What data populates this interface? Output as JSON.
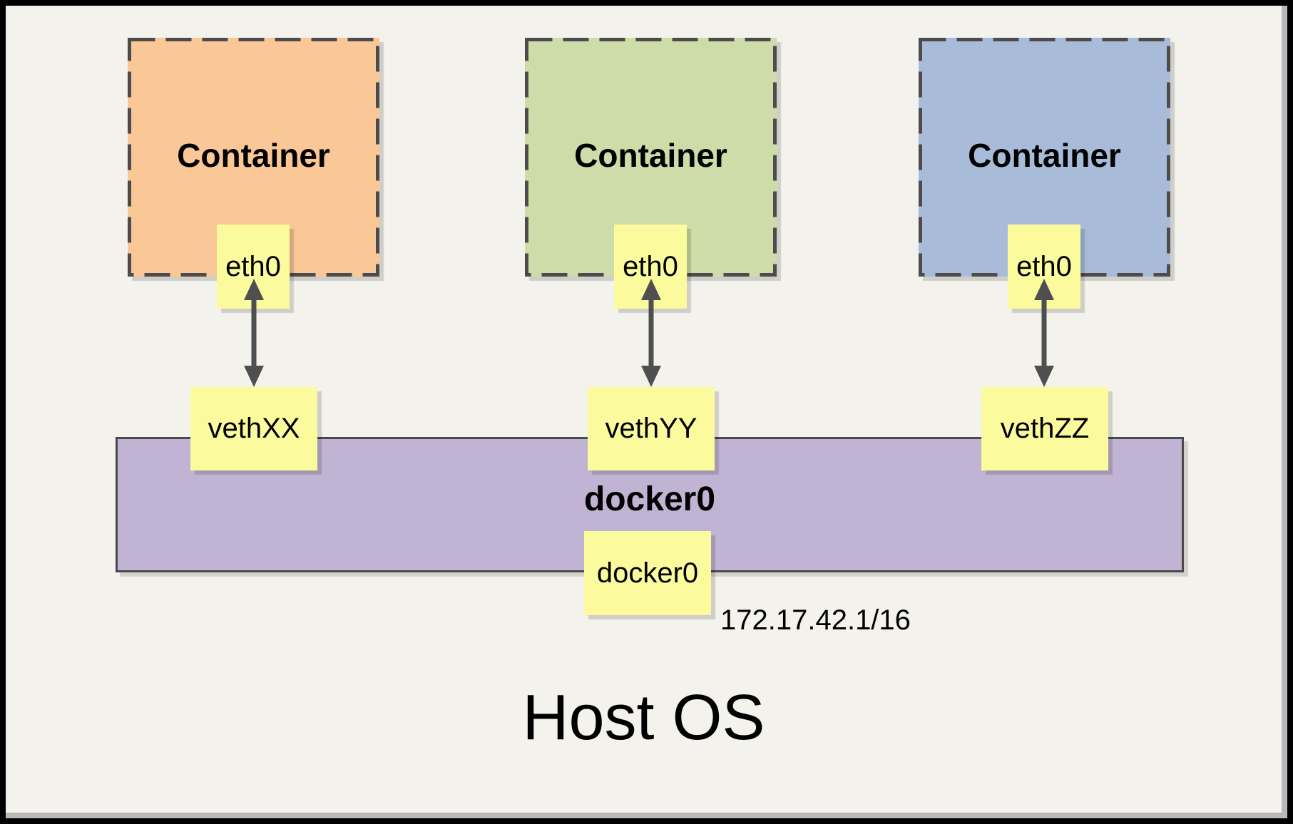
{
  "diagram": {
    "containers": [
      {
        "label": "Container",
        "interface_label": "eth0",
        "veth_label": "vethXX",
        "fill": "#fac796"
      },
      {
        "label": "Container",
        "interface_label": "eth0",
        "veth_label": "vethYY",
        "fill": "#cddca8"
      },
      {
        "label": "Container",
        "interface_label": "eth0",
        "veth_label": "vethZZ",
        "fill": "#a8bcda"
      }
    ],
    "bridge": {
      "name": "docker0",
      "interface_label": "docker0",
      "ip": "172.17.42.1/16",
      "fill": "#c1b3d3"
    },
    "host": {
      "label": "Host OS"
    },
    "colors": {
      "page_background": "#f4f2ec",
      "node_fill": "#fbfb9d",
      "dashed_border": "#4d4b4b",
      "bridge_border": "#4a4a4a",
      "arrow": "#4f4f4f",
      "outer_frame": "#000000"
    }
  }
}
